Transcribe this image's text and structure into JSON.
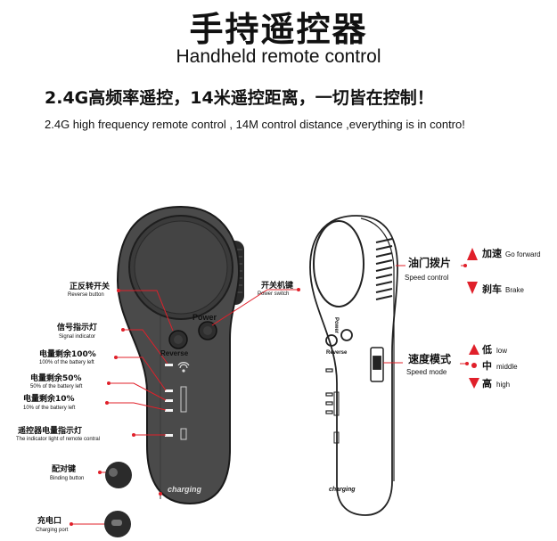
{
  "header": {
    "title_cn": "手持遥控器",
    "title_en": "Handheld remote control",
    "tagline_cn": "2.4G高频率遥控，14米遥控距离，一切皆在控制！",
    "tagline_en": "2.4G high frequency remote control , 14M control distance ,everything is in contro!"
  },
  "device_text": {
    "power": "Power",
    "reverse": "Reverse",
    "charging": "charging"
  },
  "left_labels": {
    "reverse_cn": "正反转开关",
    "reverse_en": "Reverse button",
    "power_cn": "开关机键",
    "power_en": "Power switch",
    "signal_cn": "信号指示灯",
    "signal_en": "Signal indicator",
    "batt100_cn": "电量剩余100%",
    "batt100_en": "100% of the battery left",
    "batt50_cn": "电量剩余50%",
    "batt50_en": "50% of the battery left",
    "batt10_cn": "电量剩余10%",
    "batt10_en": "10% of the battery left",
    "remote_batt_cn": "遥控器电量指示灯",
    "remote_batt_en": "The indicator light of remote contral",
    "binding_cn": "配对键",
    "binding_en": "Binding button",
    "charging_cn": "充电口",
    "charging_en": "Charging port"
  },
  "right_labels": {
    "speed_control_cn": "油门拨片",
    "speed_control_en": "Speed control",
    "forward_cn": "加速",
    "forward_en": "Go forward",
    "brake_cn": "刹车",
    "brake_en": "Brake",
    "speed_mode_cn": "速度模式",
    "speed_mode_en": "Speed mode",
    "low_cn": "低",
    "low_en": "low",
    "middle_cn": "中",
    "middle_en": "middle",
    "high_cn": "高",
    "high_en": "high"
  },
  "colors": {
    "accent": "#e0202a",
    "body": "#4a4a4a",
    "outline": "#222222"
  }
}
